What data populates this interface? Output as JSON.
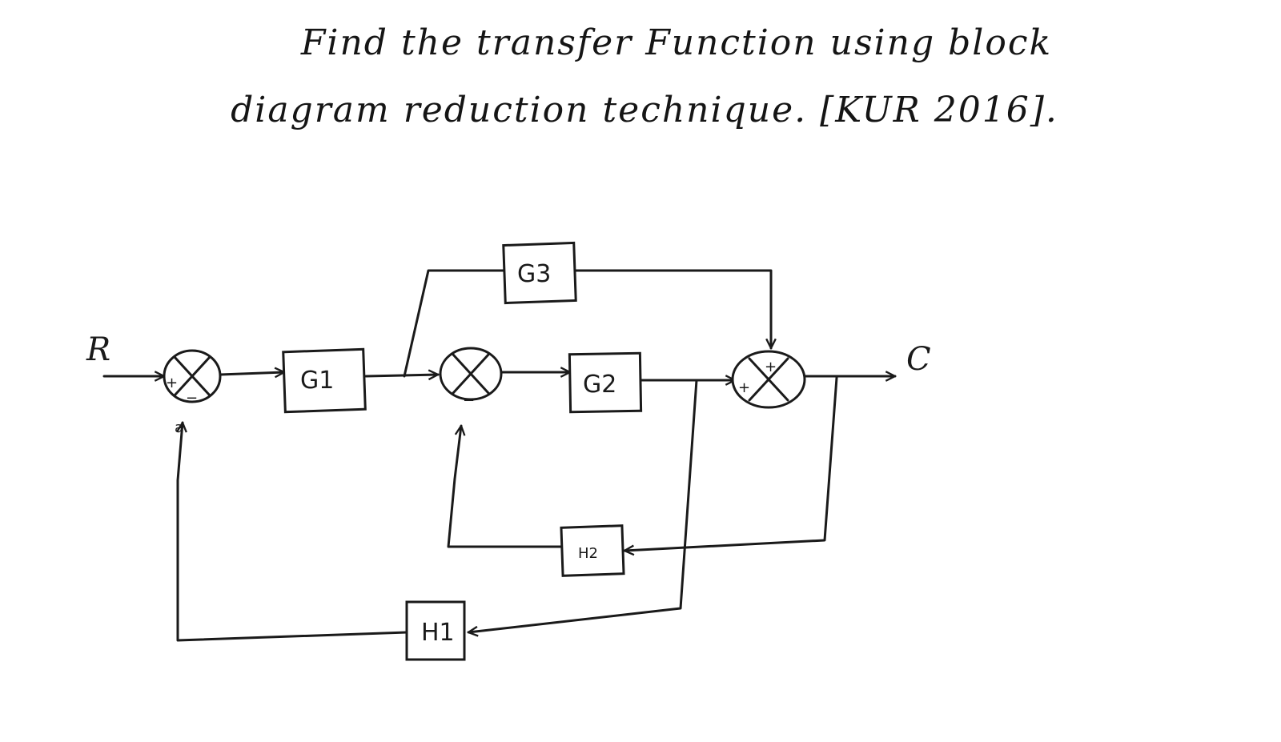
{
  "title": {
    "line1": "Find the transfer Function using block",
    "line2": "diagram reduction technique. [KUR 2016]."
  },
  "diagram": {
    "input": "R",
    "output": "C",
    "node_a_label": "a",
    "blocks": {
      "g1": "G1",
      "g2": "G2",
      "g3": "G3",
      "h1": "H1",
      "h2": "H2"
    },
    "signs": {
      "s1_left": "+",
      "s1_bottom": "−",
      "s2_bottom": "−",
      "s3_left": "+",
      "s3_top": "+"
    }
  }
}
